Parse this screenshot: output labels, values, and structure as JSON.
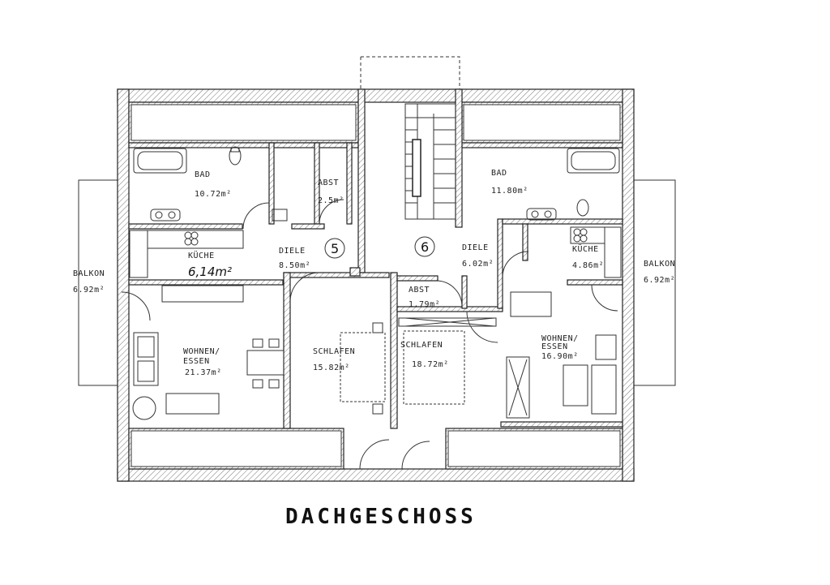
{
  "title": "DACHGESCHOSS",
  "rooms": {
    "bad_left": {
      "name": "BAD",
      "area": "10.72m²"
    },
    "abst_left": {
      "name": "ABST",
      "area": "2.5m²"
    },
    "kueche_left": {
      "name": "KÜCHE",
      "area": "6.14m²"
    },
    "diele_left": {
      "name": "DIELE",
      "area": "8.50m²"
    },
    "wohnen_left": {
      "name": "WOHNEN/",
      "name2": "ESSEN",
      "area": "21.37m²"
    },
    "schlafen_left": {
      "name": "SCHLAFEN",
      "area": "15.82m²"
    },
    "balkon_left": {
      "name": "BALKON",
      "area": "6.92m²"
    },
    "bad_right": {
      "name": "BAD",
      "area": "11.80m²"
    },
    "diele_right": {
      "name": "DIELE",
      "area": "6.02m²"
    },
    "kueche_right": {
      "name": "KÜCHE",
      "area": "4.86m²"
    },
    "abst_right": {
      "name": "ABST",
      "area": "1.79m²"
    },
    "schlafen_right": {
      "name": "SCHLAFEN",
      "area": "18.72m²"
    },
    "wohnen_right": {
      "name": "WOHNEN/",
      "name2": "ESSEN",
      "area": "16.90m²"
    },
    "balkon_right": {
      "name": "BALKON",
      "area": "6.92m²"
    }
  },
  "unit_numbers": {
    "left": "5",
    "right": "6"
  },
  "handwritten_area": "6,14m²"
}
